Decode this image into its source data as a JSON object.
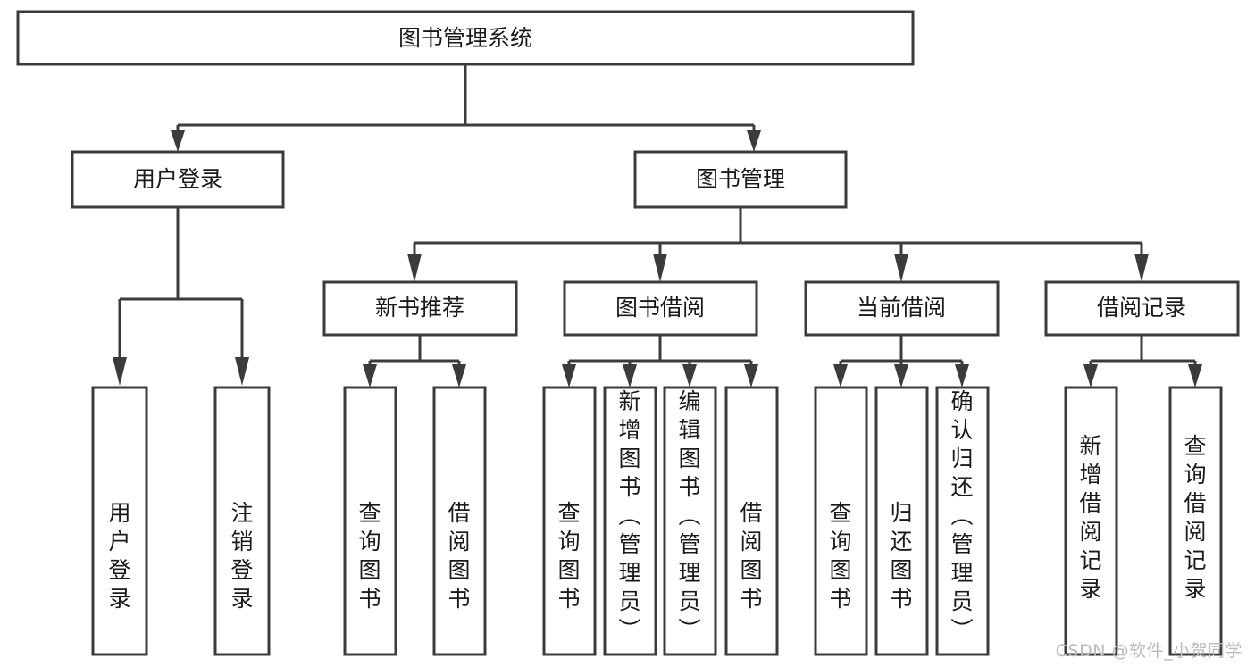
{
  "diagram": {
    "type": "tree-hierarchy-chart",
    "title": "图书管理系统",
    "orientation": "top-down",
    "colors": {
      "node_fill": "#ffffff",
      "node_stroke": "#3b3b3b",
      "connector": "#3b3b3b",
      "text": "#1a1a1a",
      "watermark": "#b9b9b9"
    },
    "levels": [
      {
        "level": 0,
        "nodes": [
          {
            "id": "root",
            "label": "图书管理系统",
            "orientation": "horizontal"
          }
        ]
      },
      {
        "level": 1,
        "nodes": [
          {
            "id": "user-login",
            "label": "用户登录",
            "orientation": "horizontal",
            "parent": "root"
          },
          {
            "id": "book-manage",
            "label": "图书管理",
            "orientation": "horizontal",
            "parent": "root"
          }
        ]
      },
      {
        "level": 2,
        "nodes": [
          {
            "id": "new-book-recommend",
            "label": "新书推荐",
            "orientation": "horizontal",
            "parent": "book-manage"
          },
          {
            "id": "book-borrow",
            "label": "图书借阅",
            "orientation": "horizontal",
            "parent": "book-manage"
          },
          {
            "id": "current-borrow",
            "label": "当前借阅",
            "orientation": "horizontal",
            "parent": "book-manage"
          },
          {
            "id": "borrow-record",
            "label": "借阅记录",
            "orientation": "horizontal",
            "parent": "book-manage"
          }
        ]
      },
      {
        "level": 3,
        "nodes": [
          {
            "id": "leaf-user-login",
            "label": "用户登录",
            "orientation": "vertical",
            "parent": "user-login"
          },
          {
            "id": "leaf-logout",
            "label": "注销登录",
            "orientation": "vertical",
            "parent": "user-login"
          },
          {
            "id": "leaf-query-book-1",
            "label": "查询图书",
            "orientation": "vertical",
            "parent": "new-book-recommend"
          },
          {
            "id": "leaf-borrow-book-1",
            "label": "借阅图书",
            "orientation": "vertical",
            "parent": "new-book-recommend"
          },
          {
            "id": "leaf-query-book-2",
            "label": "查询图书",
            "orientation": "vertical",
            "parent": "book-borrow"
          },
          {
            "id": "leaf-add-book",
            "label": "新增图书（管理员）",
            "orientation": "vertical",
            "parent": "book-borrow"
          },
          {
            "id": "leaf-edit-book",
            "label": "编辑图书（管理员）",
            "orientation": "vertical",
            "parent": "book-borrow"
          },
          {
            "id": "leaf-borrow-book-2",
            "label": "借阅图书",
            "orientation": "vertical",
            "parent": "book-borrow"
          },
          {
            "id": "leaf-query-book-3",
            "label": "查询图书",
            "orientation": "vertical",
            "parent": "current-borrow"
          },
          {
            "id": "leaf-return-book",
            "label": "归还图书",
            "orientation": "vertical",
            "parent": "current-borrow"
          },
          {
            "id": "leaf-confirm-return",
            "label": "确认归还（管理员）",
            "orientation": "vertical",
            "parent": "current-borrow"
          },
          {
            "id": "leaf-add-record",
            "label": "新增借阅记录",
            "orientation": "vertical",
            "parent": "borrow-record"
          },
          {
            "id": "leaf-query-record",
            "label": "查询借阅记录",
            "orientation": "vertical",
            "parent": "borrow-record"
          }
        ]
      }
    ]
  },
  "watermark": {
    "text": "CSDN @软件_小贺同学"
  }
}
